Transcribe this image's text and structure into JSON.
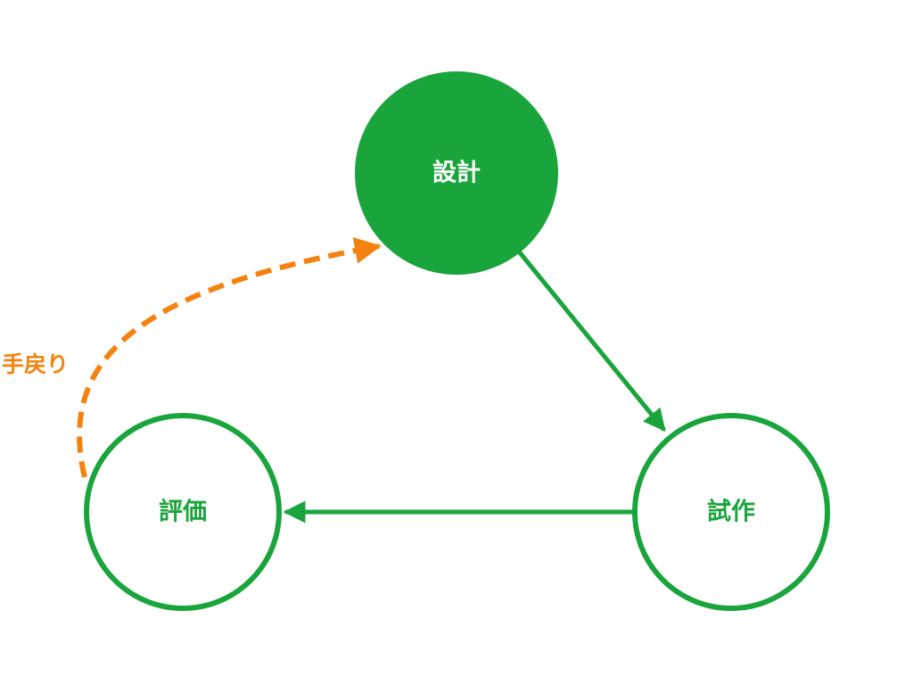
{
  "nodes": {
    "design": {
      "label": "設計",
      "style": "filled"
    },
    "prototype": {
      "label": "試作",
      "style": "outline"
    },
    "evaluation": {
      "label": "評価",
      "style": "outline"
    }
  },
  "edges": [
    {
      "from": "design",
      "to": "prototype",
      "style": "solid"
    },
    {
      "from": "prototype",
      "to": "evaluation",
      "style": "solid"
    },
    {
      "from": "evaluation",
      "to": "design",
      "style": "dashed",
      "label": "手戻り"
    }
  ],
  "colors": {
    "green": "#1aa53c",
    "orange": "#f5820f",
    "white": "#ffffff"
  }
}
